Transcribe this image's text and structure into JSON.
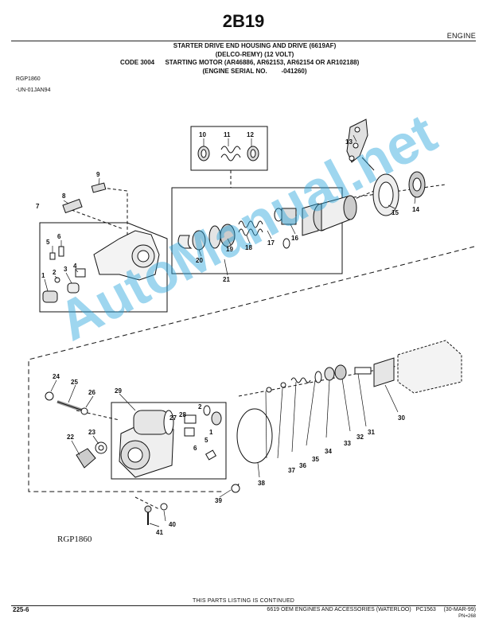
{
  "header": {
    "page_number": "2B19",
    "section": "ENGINE",
    "title_lines": [
      "STARTER DRIVE END HOUSING AND DRIVE (6619AF)",
      "(DELCO-REMY) (12 VOLT)"
    ],
    "code_line": "CODE 3004      STARTING MOTOR (AR46886, AR62153, AR62154 OR AR102188)",
    "serial_line": "(ENGINE SERIAL NO.        -041260)",
    "ref_left": "RGP1860",
    "ref_right": "-UN-01JAN94"
  },
  "diagram": {
    "figure_label": "RGP1860",
    "watermark": "AutoManual.net",
    "callouts": [
      "1",
      "2",
      "3",
      "4",
      "5",
      "6",
      "7",
      "8",
      "9",
      "10",
      "11",
      "12",
      "13",
      "14",
      "15",
      "16",
      "17",
      "18",
      "19",
      "20",
      "21",
      "22",
      "23",
      "24",
      "25",
      "26",
      "27",
      "28",
      "29",
      "30",
      "31",
      "32",
      "33",
      "34",
      "35",
      "36",
      "37",
      "38",
      "39",
      "40",
      "41",
      "2",
      "1",
      "5",
      "6"
    ]
  },
  "footer": {
    "continued": "THIS PARTS LISTING IS CONTINUED",
    "page_ref": "225-6",
    "publication": "6619 OEM ENGINES AND ACCESSORIES (WATERLOO)   PC1563     (30-MAR-99)",
    "pn": "PN=268"
  }
}
